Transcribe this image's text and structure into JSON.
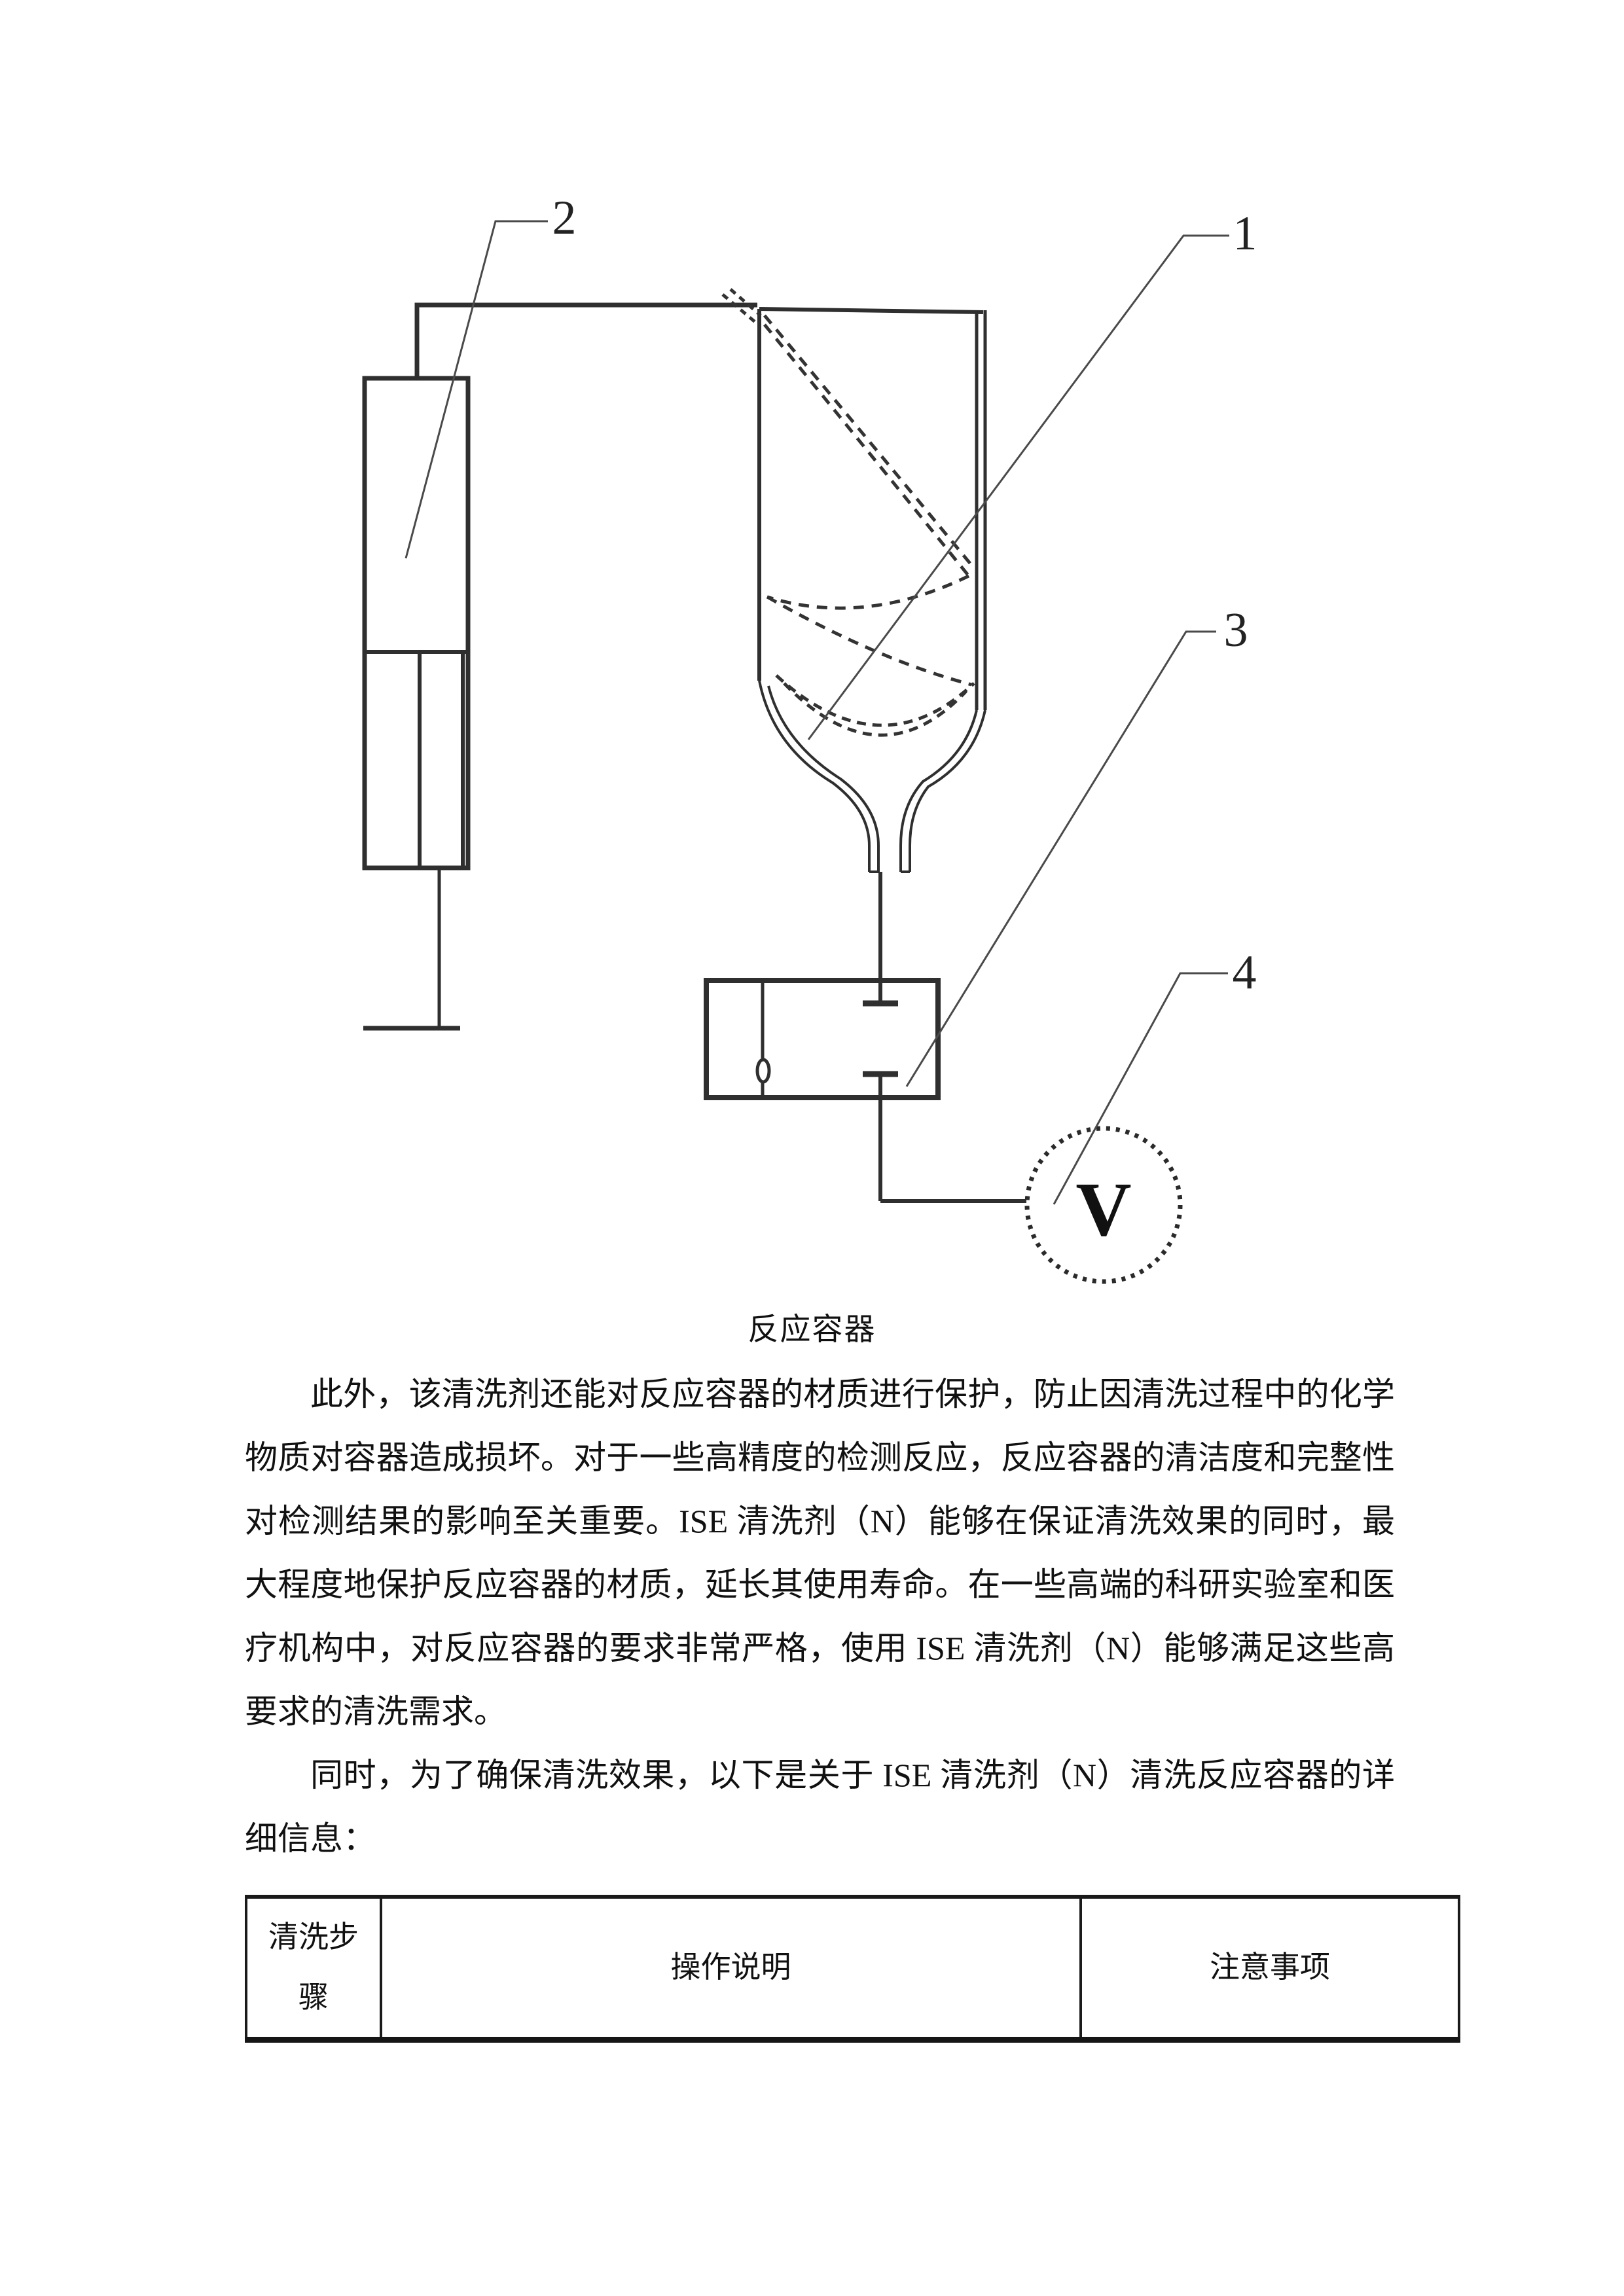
{
  "figure": {
    "caption": "反应容器",
    "labels": {
      "part1": "1",
      "part2": "2",
      "part3": "3",
      "part4": "4",
      "voltmeter": "V"
    }
  },
  "paragraphs": [
    "此外，该清洗剂还能对反应容器的材质进行保护，防止因清洗过程中的化学物质对容器造成损坏。对于一些高精度的检测反应，反应容器的清洁度和完整性对检测结果的影响至关重要。ISE 清洗剂（N）能够在保证清洗效果的同时，最大程度地保护反应容器的材质，延长其使用寿命。在一些高端的科研实验室和医疗机构中，对反应容器的要求非常严格，使用 ISE 清洗剂（N）能够满足这些高要求的清洗需求。",
    "同时，为了确保清洗效果，以下是关于 ISE 清洗剂（N）清洗反应容器的详细信息："
  ],
  "table": {
    "headers": [
      "清洗步骤",
      "操作说明",
      "注意事项"
    ]
  },
  "colors": {
    "ink": "#1a1a1a",
    "line": "#2f2f2f",
    "leader": "#4a4a4a",
    "paper": "#ffffff"
  }
}
